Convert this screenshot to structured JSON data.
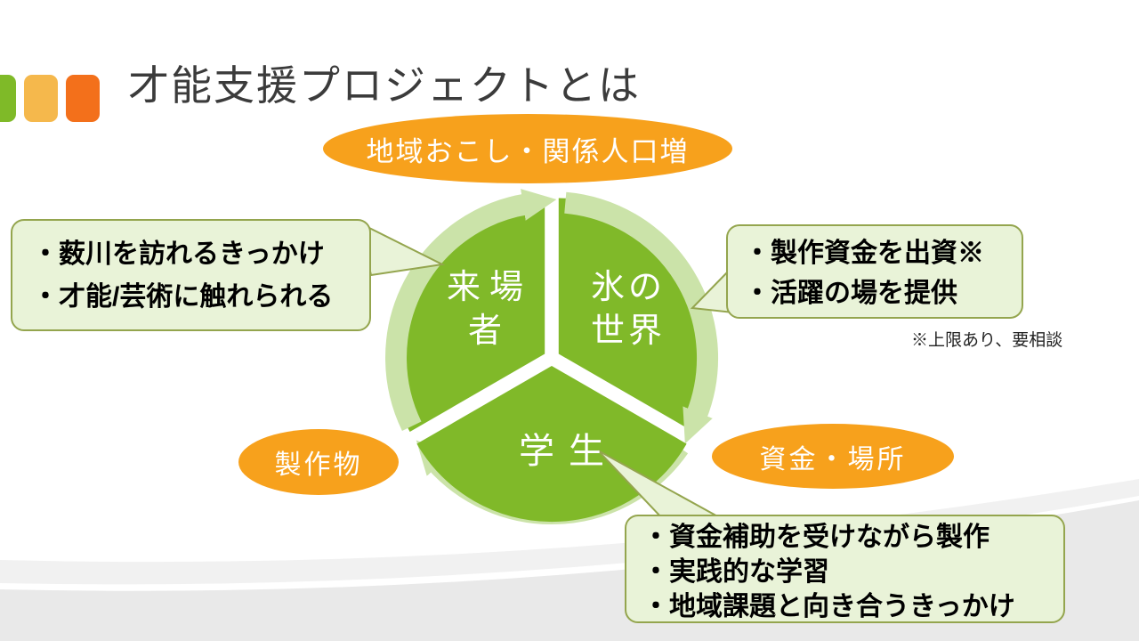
{
  "slide": {
    "title": "才能支援プロジェクトとは",
    "note": "※上限あり、要相談"
  },
  "colors": {
    "wedge_green": "#80B929",
    "ring_green": "#CBE3A9",
    "ellipse_orange": "#F7A11C",
    "callout_fill": "#E9F3D8",
    "callout_border": "#94A54E",
    "square_green": "#7FBA28",
    "square_amber": "#F5B84C",
    "square_orange": "#F3701B",
    "band_light": "#F1F1F1",
    "band_main": "#E9E9E9",
    "title_text": "#3B3B3B",
    "label_text": "#FFFFFF"
  },
  "cycle": {
    "segments": {
      "visitors": {
        "line1": "来場",
        "line2": "者"
      },
      "ice_world": {
        "line1": "氷の",
        "line2": "世界"
      },
      "students": {
        "line1": "学生"
      }
    }
  },
  "ellipses": {
    "top": {
      "label": "地域おこし・関係人口増"
    },
    "left": {
      "label": "製作物"
    },
    "right": {
      "label": "資金・場所"
    }
  },
  "callouts": {
    "visitors": {
      "lines": [
        "・薮川を訪れるきっかけ",
        "・才能/芸術に触れられる"
      ]
    },
    "sponsor": {
      "lines": [
        "・製作資金を出資※",
        "・活躍の場を提供"
      ]
    },
    "students": {
      "lines": [
        "・資金補助を受けながら製作",
        "・実践的な学習",
        "・地域課題と向き合うきっかけ"
      ]
    }
  }
}
